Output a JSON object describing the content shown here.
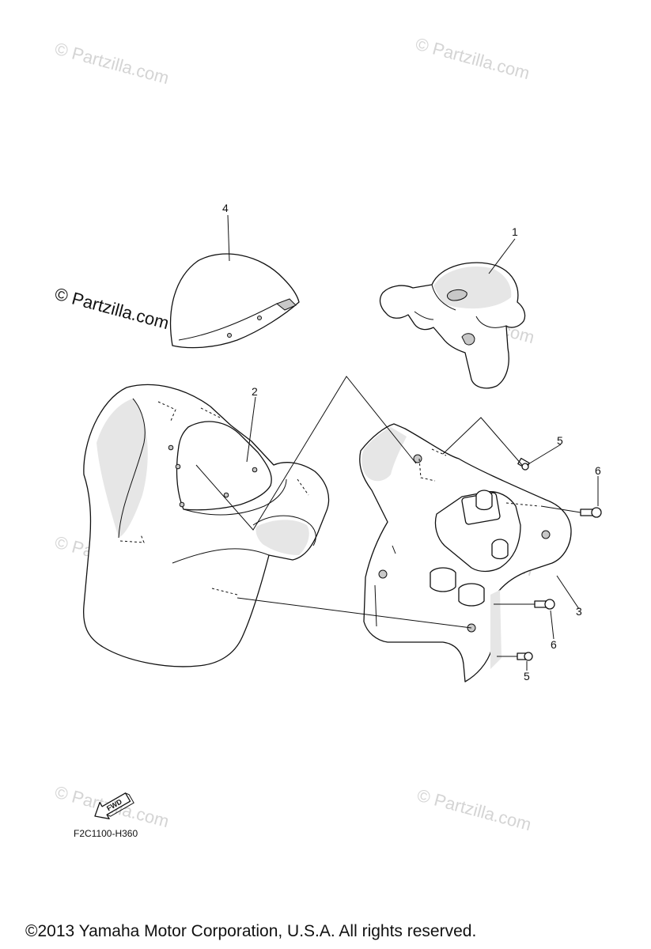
{
  "watermark": {
    "text": "© Partzilla.com",
    "color": "#d4d4d4",
    "prominent_color": "#111111"
  },
  "callouts": [
    {
      "id": "1",
      "label": "1"
    },
    {
      "id": "2",
      "label": "2"
    },
    {
      "id": "3",
      "label": "3"
    },
    {
      "id": "4",
      "label": "4"
    },
    {
      "id": "5a",
      "label": "5"
    },
    {
      "id": "5b",
      "label": "5"
    },
    {
      "id": "6a",
      "label": "6"
    },
    {
      "id": "6b",
      "label": "6"
    }
  ],
  "fwd_label": "FWD",
  "diagram_code": "F2C1100-H360",
  "copyright": "©2013  Yamaha Motor Corporation, U.S.A. All rights reserved."
}
